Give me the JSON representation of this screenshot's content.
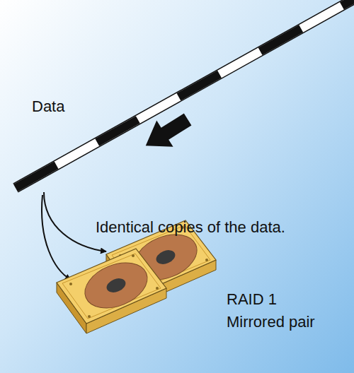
{
  "diagram": {
    "labels": [
      "Data",
      "Identical copies of the data.",
      "RAID 1 Mirrored pair"
    ]
  }
}
